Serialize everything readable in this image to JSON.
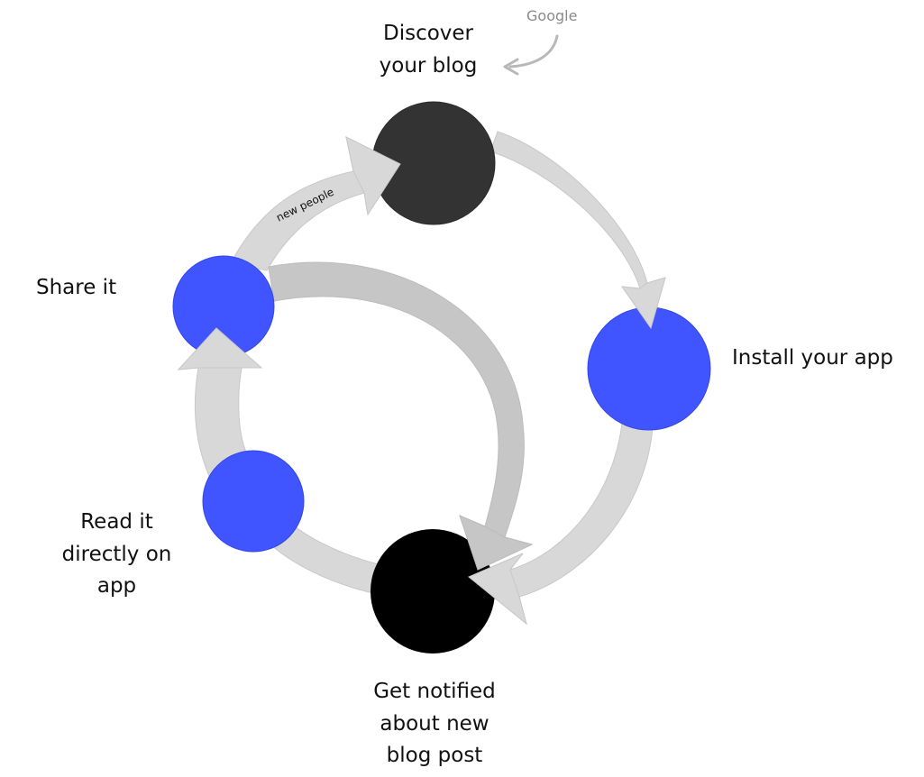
{
  "labels": {
    "discover": "Discover\nyour blog",
    "install": "Install your app",
    "notified": "Get notified\nabout new\nblog post",
    "read": "Read it\ndirectly on\napp",
    "share": "Share it",
    "google": "Google",
    "new_people": "new people"
  },
  "colors": {
    "dark_node": "#333333",
    "black_node": "#000000",
    "blue_node": "#4055ff",
    "arrow_outer": "#d8d8d8",
    "arrow_inner": "#c6c6c6",
    "note_text": "#8a8a8a"
  }
}
